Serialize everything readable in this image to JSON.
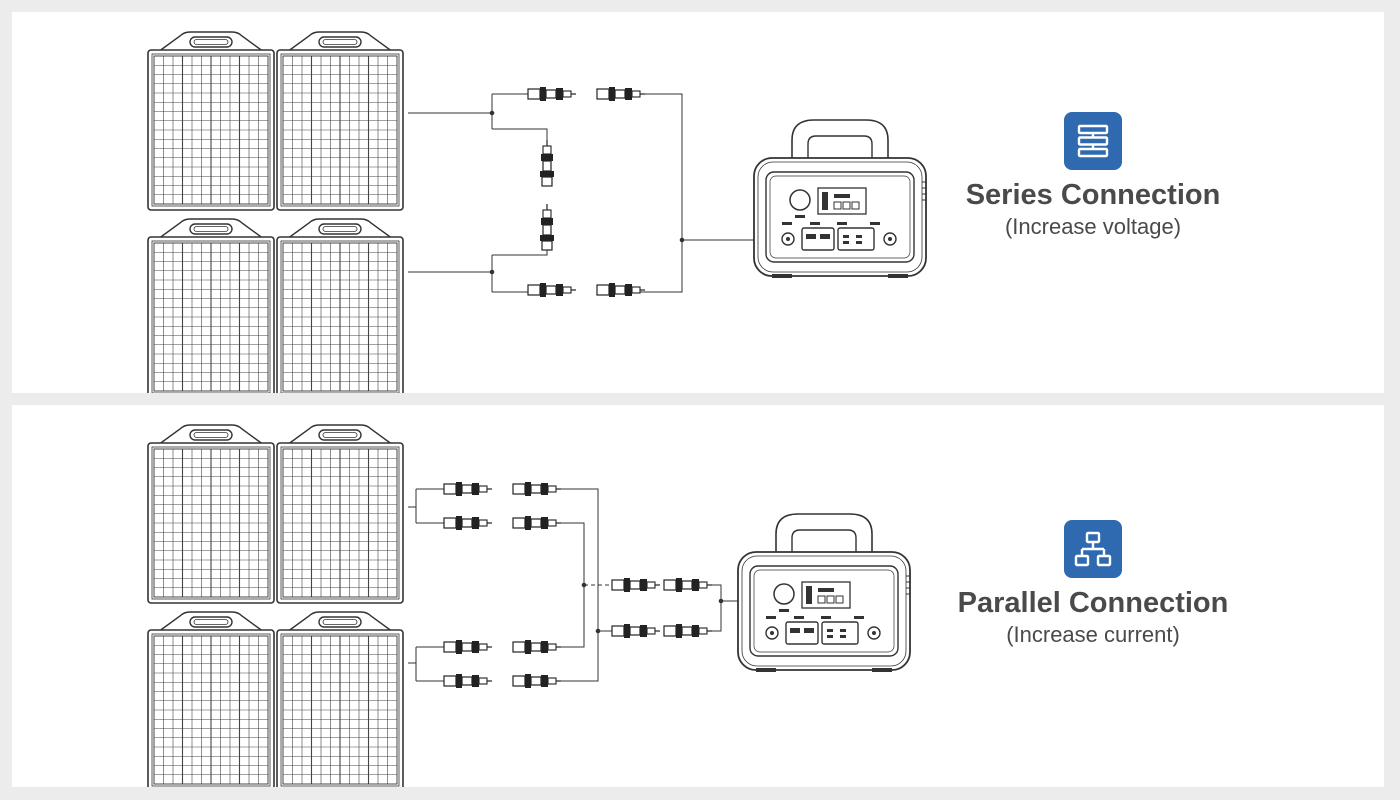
{
  "series": {
    "icon": "series-connection-icon",
    "title": "Series Connection",
    "subtitle": "(Increase voltage)"
  },
  "parallel": {
    "icon": "parallel-connection-icon",
    "title": "Parallel Connection",
    "subtitle": "(Increase current)"
  },
  "colors": {
    "badge": "#2f6ab1",
    "line": "#333333",
    "background": "#ececec",
    "panel": "#ffffff"
  }
}
